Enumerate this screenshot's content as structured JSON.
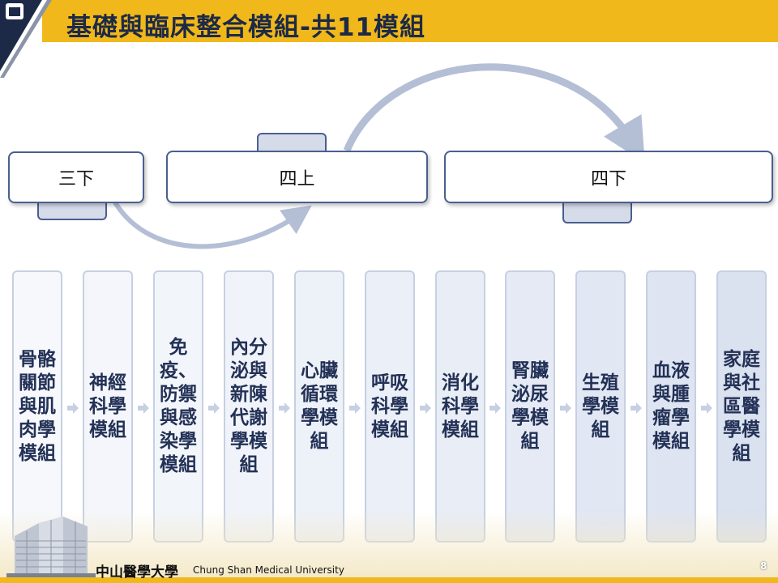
{
  "slide": {
    "title": "基礎與臨床整合模組-共11模組",
    "page_number": "8"
  },
  "terms": [
    {
      "label": "三下"
    },
    {
      "label": "四上"
    },
    {
      "label": "四下"
    }
  ],
  "modules": [
    {
      "label": "骨骼關節與肌肉學模組"
    },
    {
      "label": "神經科學模組"
    },
    {
      "label": "免疫、防禦與感染學模組"
    },
    {
      "label": "內分泌與新陳代謝學模組"
    },
    {
      "label": "心臟循環學模組"
    },
    {
      "label": "呼吸科學模組"
    },
    {
      "label": "消化科學模組"
    },
    {
      "label": "腎臟泌尿學模組"
    },
    {
      "label": "生殖學模組"
    },
    {
      "label": "血液與腫瘤學模組"
    },
    {
      "label": "家庭與社區醫學模組"
    }
  ],
  "footer": {
    "university_cn": "中山醫學大學",
    "university_en": "Chung Shan Medical University"
  },
  "colors": {
    "accent": "#f0b81a",
    "navy": "#233156",
    "border": "#4a5f90",
    "curve_arrow": "#b4bfd6"
  }
}
